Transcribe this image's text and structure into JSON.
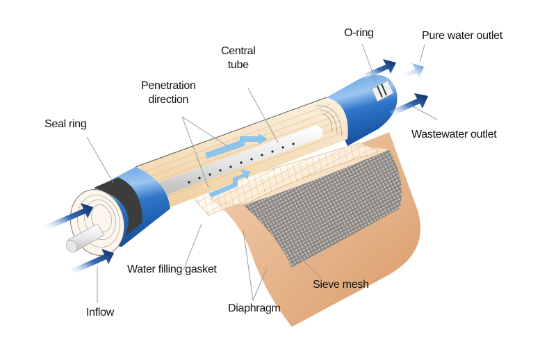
{
  "diagram": {
    "title": "Reverse osmosis membrane element structure",
    "labels": {
      "central_tube": [
        "Central",
        "tube"
      ],
      "o_ring": "O-ring",
      "pure_water_outlet": "Pure water outlet",
      "penetration_direction": [
        "Penetration",
        "direction"
      ],
      "seal_ring": "Seal ring",
      "wastewater_outlet": "Wastewater outlet",
      "water_filling_gasket": "Water filling gasket",
      "sieve_mesh": "Sieve mesh",
      "inflow": "Inflow",
      "diaphragm": "Diaphragm"
    },
    "colors": {
      "housing_blue": "#1f62b8",
      "housing_light": "#6fa7e3",
      "arrow_dark": "#0b2a66",
      "arrow_light": "#5b92d6",
      "flow_arrow": "#8ec3ee",
      "membrane_beige": "#f3d9b3",
      "membrane_tan": "#e3ad82",
      "mesh_gray": "#8c8c8c",
      "seal_dark": "#3c3c3c",
      "leader_line": "#9a9a9a"
    }
  }
}
